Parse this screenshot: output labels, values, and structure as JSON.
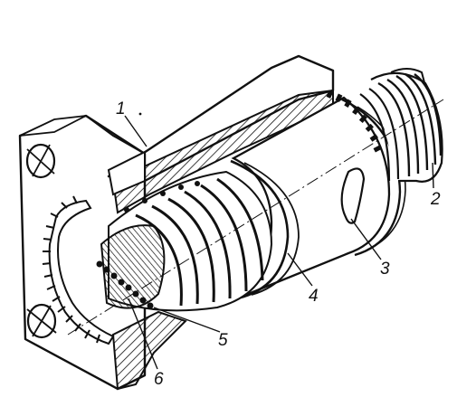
{
  "diagram": {
    "labels": [
      {
        "id": "1",
        "text": "1"
      },
      {
        "id": "2",
        "text": "2"
      },
      {
        "id": "3",
        "text": "3"
      },
      {
        "id": "4",
        "text": "4"
      },
      {
        "id": "5",
        "text": "5"
      },
      {
        "id": "6",
        "text": "6"
      }
    ],
    "ink_color": "#111111",
    "paper_color": "#ffffff"
  }
}
